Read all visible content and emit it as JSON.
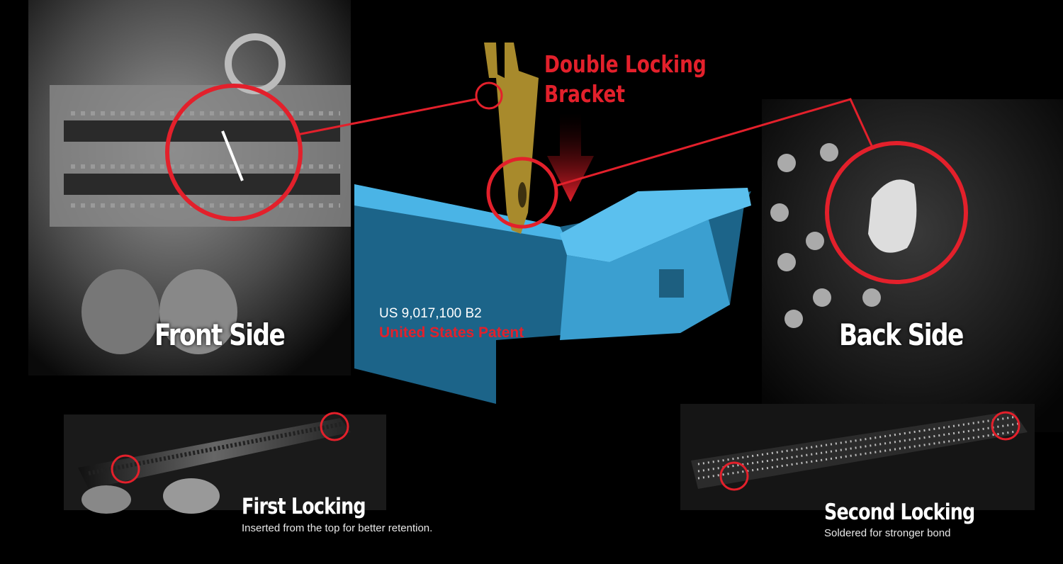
{
  "title": {
    "line1": "Double Locking",
    "line2": "Bracket"
  },
  "front": {
    "label": "Front Side"
  },
  "back": {
    "label": "Back Side"
  },
  "patent": {
    "number": "US 9,017,100 B2",
    "label": "United States Patent"
  },
  "first_locking": {
    "title": "First Locking",
    "caption": "Inserted from the top for better retention."
  },
  "second_locking": {
    "title": "Second Locking",
    "caption": "Soldered for stronger bond"
  },
  "colors": {
    "accent_red": "#e3202b",
    "connector_blue": "#3b9fd0",
    "bracket_gold": "#a88a2c"
  }
}
